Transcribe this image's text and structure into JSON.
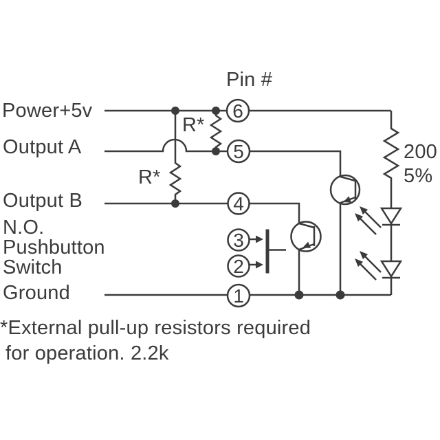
{
  "diagram": {
    "header": {
      "pin_label": "Pin #"
    },
    "signal_labels": {
      "power": "Power+5v",
      "output_a": "Output A",
      "output_b": "Output B",
      "pushbutton_line1": "N.O.",
      "pushbutton_line2": "Pushbutton",
      "pushbutton_line3": "Switch",
      "ground": "Ground"
    },
    "pins": [
      {
        "number": "6"
      },
      {
        "number": "5"
      },
      {
        "number": "4"
      },
      {
        "number": "3"
      },
      {
        "number": "2"
      },
      {
        "number": "1"
      }
    ],
    "component_labels": {
      "pullup_a": "R*",
      "pullup_b": "R*",
      "led_resistor_value": "200",
      "led_resistor_tolerance": "5%"
    },
    "footnote": {
      "line1": "*External pull-up resistors required",
      "line2": "for operation. 2.2k"
    },
    "colors": {
      "ink": "#3b3b3d",
      "background": "#ffffff"
    }
  }
}
